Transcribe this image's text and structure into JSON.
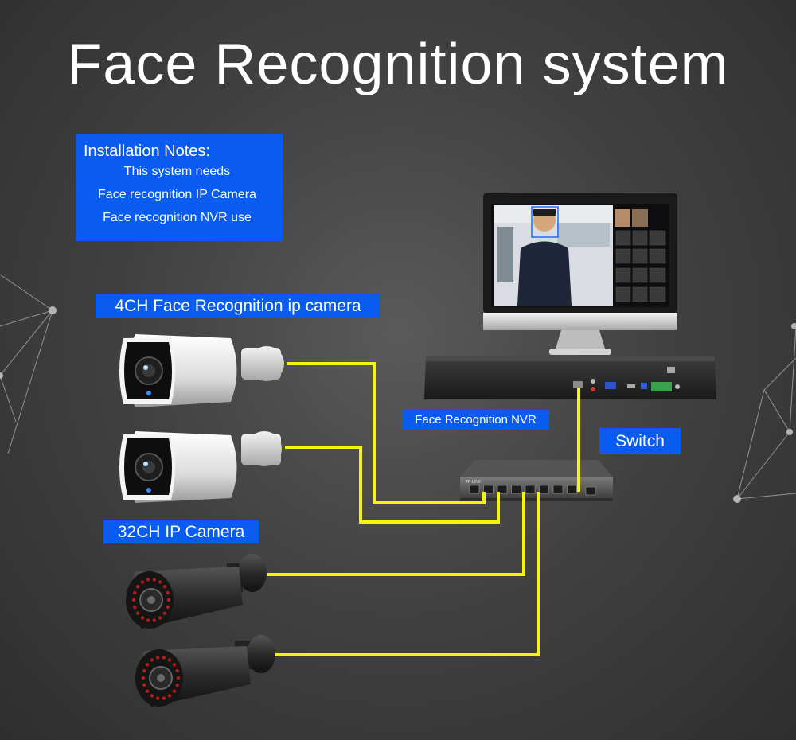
{
  "title": "Face Recognition system",
  "notes": {
    "heading": "Installation Notes:",
    "lines": [
      "This system needs",
      "Face recognition IP Camera",
      "Face recognition NVR use"
    ]
  },
  "labels": {
    "cam4ch": "4CH Face Recognition ip camera",
    "cam32ch": "32CH IP Camera",
    "nvr": "Face Recognition NVR",
    "switch": "Switch"
  },
  "brand": "TP-LINK",
  "colors": {
    "accent": "#0a5cf0",
    "cable": "#f5f50a",
    "text": "#ffffff"
  }
}
